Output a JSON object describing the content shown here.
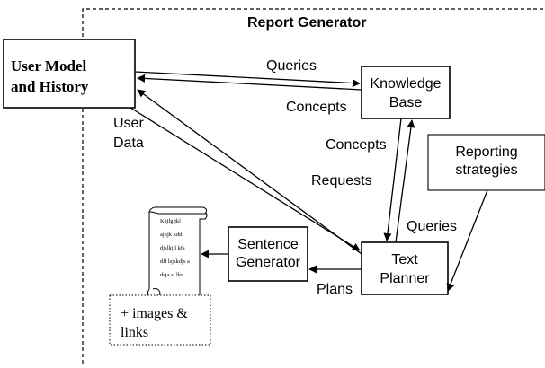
{
  "diagram": {
    "title": "Report Generator",
    "nodes": {
      "user_model": [
        "User Model",
        "and History"
      ],
      "knowledge_base": [
        "Knowledge",
        "Base"
      ],
      "reporting_strategies": [
        "Reporting",
        "strategies"
      ],
      "sentence_generator": [
        "Sentence",
        "Generator"
      ],
      "text_planner": [
        "Text",
        "Planner"
      ],
      "images_links": [
        "+ images &",
        "links"
      ]
    },
    "edges": {
      "queries_top": "Queries",
      "concepts_left": "Concepts",
      "user_data": [
        "User",
        "Data"
      ],
      "concepts_mid": "Concepts",
      "requests": "Requests",
      "queries_right": "Queries",
      "plans": "Plans"
    },
    "document_lines": [
      "Kajlg jkl",
      "ajkjk kdd",
      "djslkjll kfs",
      "dfl lsjskdjs a",
      "dsja sl lkn"
    ]
  }
}
